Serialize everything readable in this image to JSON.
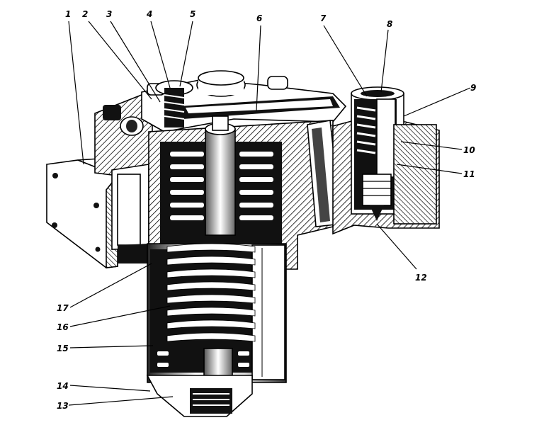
{
  "figure": {
    "callouts": [
      {
        "id": "c1",
        "text": "1"
      },
      {
        "id": "c2",
        "text": "2"
      },
      {
        "id": "c3",
        "text": "3"
      },
      {
        "id": "c4",
        "text": "4"
      },
      {
        "id": "c5",
        "text": "5"
      },
      {
        "id": "c6",
        "text": "6"
      },
      {
        "id": "c7",
        "text": "7"
      },
      {
        "id": "c8",
        "text": "8"
      },
      {
        "id": "c9",
        "text": "9"
      },
      {
        "id": "c10",
        "text": "10"
      },
      {
        "id": "c11",
        "text": "11"
      },
      {
        "id": "c12",
        "text": "12"
      },
      {
        "id": "c13",
        "text": "13"
      },
      {
        "id": "c14",
        "text": "14"
      },
      {
        "id": "c15",
        "text": "15"
      },
      {
        "id": "c16",
        "text": "16"
      },
      {
        "id": "c17",
        "text": "17"
      }
    ]
  }
}
